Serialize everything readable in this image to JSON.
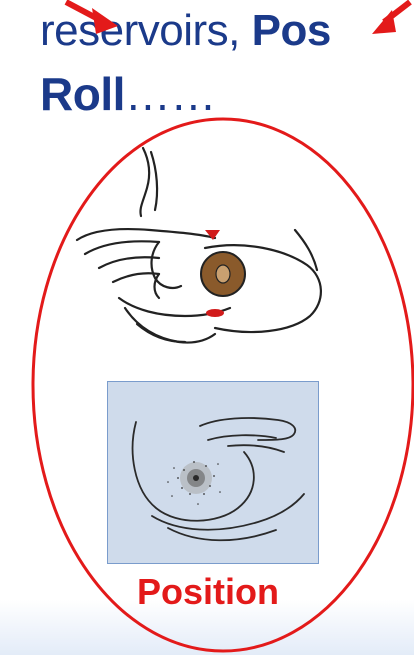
{
  "slide": {
    "heading_line1_normal": "reservoirs, ",
    "heading_line1_bold": "Pos",
    "heading_line2_bold": "Roll",
    "heading_line2_normal": "……",
    "caption": "Position"
  },
  "colors": {
    "heading": "#1b3a8a",
    "oval": "#e31a1a",
    "caption": "#e31a1a",
    "photo_background": "#cfdbeb",
    "areola": "#8a5a2b"
  },
  "icons": {
    "hand_on_breast_line_drawing": "hand-on-breast-drawing",
    "hand_supporting_breast_illustration": "hand-supporting-breast-illustration"
  }
}
